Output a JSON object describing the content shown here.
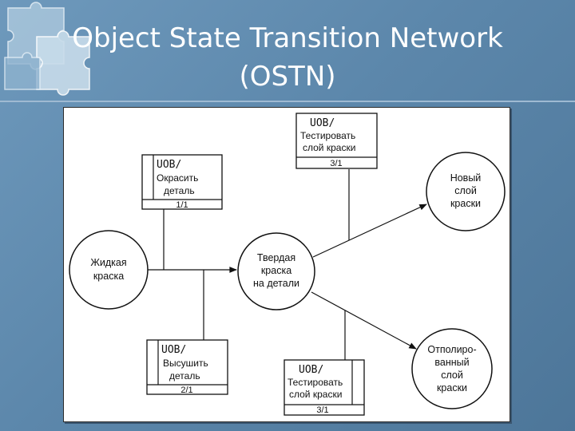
{
  "title": {
    "line1": "Object State Transition Network",
    "line2": "(OSTN)"
  },
  "states": {
    "liquid": {
      "line1": "Жидкая",
      "line2": "краска"
    },
    "solid": {
      "line1": "Твердая",
      "line2": "краска",
      "line3": "на детали"
    },
    "new_layer": {
      "line1": "Новый",
      "line2": "слой",
      "line3": "краски"
    },
    "polished": {
      "line1": "Отполиро-",
      "line2": "ванный",
      "line3": "слой",
      "line4": "краски"
    }
  },
  "uobs": {
    "paint": {
      "header": "UOB/",
      "line1": "Окрасить",
      "line2": "деталь",
      "number": "1/1"
    },
    "dry": {
      "header": "UOB/",
      "line1": "Высушить",
      "line2": "деталь",
      "number": "2/1"
    },
    "test_top": {
      "header": "UOB/",
      "line1": "Тестировать",
      "line2": "слой краски",
      "number": "3/1"
    },
    "test_bottom": {
      "header": "UOB/",
      "line1": "Тестировать",
      "line2": "слой краски",
      "number": "3/1"
    }
  },
  "colors": {
    "background": "#5c87ab",
    "panel": "#ffffff",
    "ink": "#111111"
  }
}
